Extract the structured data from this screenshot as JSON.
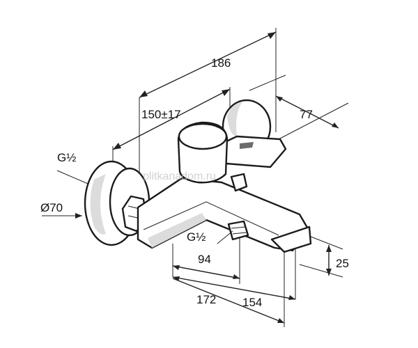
{
  "diagram": {
    "dimensions": {
      "total_length": "186",
      "wall_to_handle": "150±17",
      "lever_offset": "77",
      "inlet_thread": "G½",
      "escutcheon_diameter": "Ø70",
      "outlet_thread": "G½",
      "outlet_offset": "94",
      "height": "25",
      "spout_length": "172",
      "body_length": "154"
    },
    "watermark": "plitkanadom.ru"
  }
}
